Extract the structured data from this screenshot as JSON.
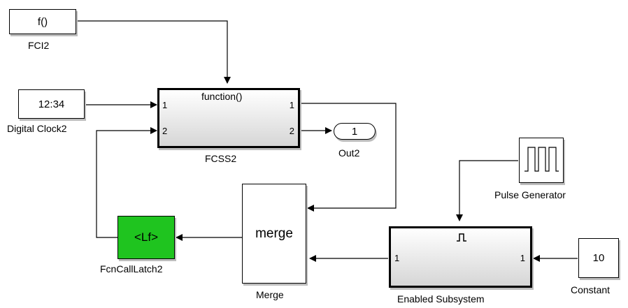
{
  "blocks": {
    "fci2": {
      "content": "f()",
      "label": "FCI2"
    },
    "digital_clock2": {
      "content": "12:34",
      "label": "Digital Clock2"
    },
    "fcss2": {
      "title": "function()",
      "in1": "1",
      "in2": "2",
      "out1": "1",
      "out2": "2",
      "label": "FCSS2"
    },
    "out2": {
      "content": "1",
      "label": "Out2"
    },
    "pulse_generator": {
      "label": "Pulse Generator"
    },
    "merge": {
      "content": "merge",
      "label": "Merge"
    },
    "fcncalllatch2": {
      "content": "<Lf>",
      "label": "FcnCallLatch2"
    },
    "enabled_subsystem": {
      "in1": "1",
      "out1": "1",
      "label": "Enabled Subsystem"
    },
    "constant": {
      "content": "10",
      "label": "Constant"
    }
  },
  "colors": {
    "latch_fill": "#1fc41f",
    "line": "#000000",
    "shadow": "#bdbdbd"
  },
  "icons": [
    "pulse-wave-icon",
    "enable-port-icon"
  ]
}
